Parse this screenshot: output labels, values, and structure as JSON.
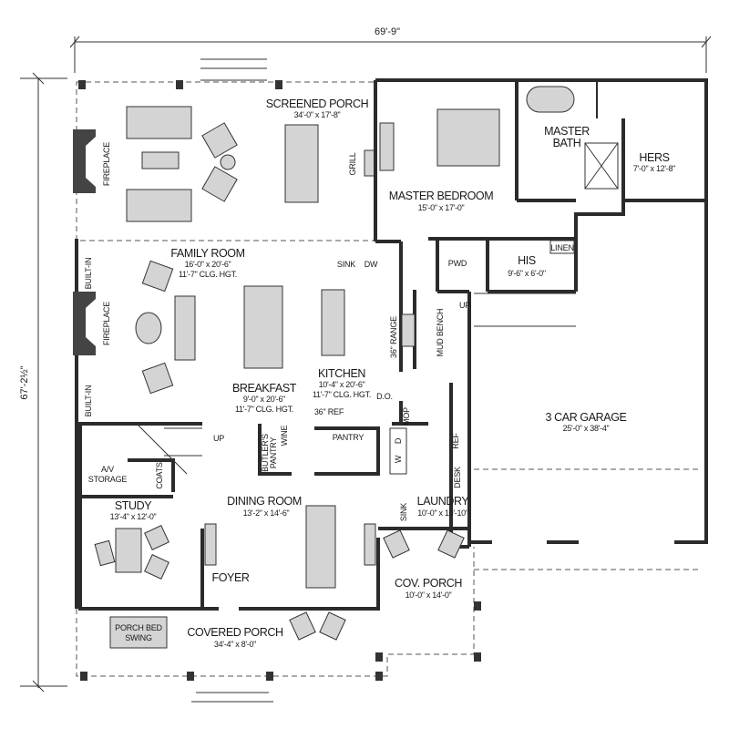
{
  "dimensions": {
    "overall_width": "69'-9\"",
    "overall_depth": "67'-2½\""
  },
  "rooms": {
    "screened_porch": {
      "name": "SCREENED PORCH",
      "size": "34'-0\" x 17'-8\""
    },
    "master_bedroom": {
      "name": "MASTER BEDROOM",
      "size": "15'-0\" x 17'-0\""
    },
    "master_bath": {
      "line1": "MASTER",
      "line2": "BATH"
    },
    "hers": {
      "name": "HERS",
      "size": "7'-0\" x 12'-8\""
    },
    "family_room": {
      "name": "FAMILY ROOM",
      "size": "16'-0\" x 20'-6\"",
      "ceiling": "11'-7\" CLG. HGT."
    },
    "his": {
      "name": "HIS",
      "size": "9'-6\" x 6'-0\""
    },
    "kitchen": {
      "name": "KITCHEN",
      "size": "10'-4\" x 20'-6\"",
      "ceiling": "11'-7\" CLG. HGT."
    },
    "breakfast": {
      "name": "BREAKFAST",
      "size": "9'-0\" x 20'-6\"",
      "ceiling": "11'-7\" CLG. HGT."
    },
    "garage": {
      "name": "3 CAR GARAGE",
      "size": "25'-0\" x 38'-4\""
    },
    "study": {
      "name": "STUDY",
      "size": "13'-4\" x 12'-0\""
    },
    "dining_room": {
      "name": "DINING ROOM",
      "size": "13'-2\" x 14'-6\""
    },
    "laundry": {
      "name": "LAUNDRY",
      "size": "10'-0\" x 10'-10\""
    },
    "foyer": {
      "name": "FOYER"
    },
    "cov_porch": {
      "name": "COV. PORCH",
      "size": "10'-0\" x 14'-0\""
    },
    "covered_porch": {
      "name": "COVERED PORCH",
      "size": "34'-4\" x 8'-0\""
    },
    "pantry": {
      "name": "PANTRY"
    },
    "av_storage": {
      "line1": "A/V",
      "line2": "STORAGE"
    }
  },
  "fixtures": {
    "fireplace": "FIREPLACE",
    "grill": "GRILL",
    "built_in": "BUILT-IN",
    "sink": "SINK",
    "dw": "DW",
    "pwd": "PWD",
    "linen": "LINEN",
    "range": "36\" RANGE",
    "mud_bench": "MUD BENCH",
    "up": "UP",
    "do": "D.O.",
    "ref36": "36\" REF",
    "mop": "MOP",
    "butlers": "BUTLER'S",
    "pantry_word": "PANTRY",
    "wine": "WINE",
    "dryer": "D",
    "washer": "W",
    "ref": "REF",
    "coats": "COATS",
    "desk": "DESK",
    "porch_bed_line1": "PORCH BED",
    "porch_bed_line2": "SWING"
  }
}
